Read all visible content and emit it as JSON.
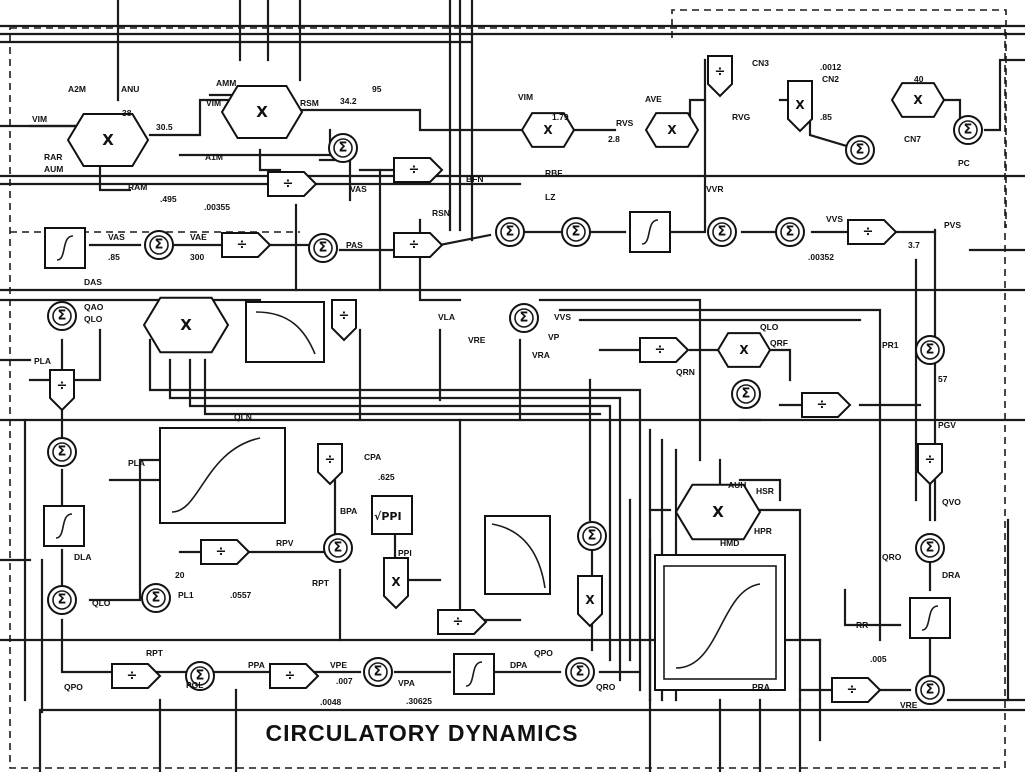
{
  "title": "CIRCULATORY DYNAMICS",
  "symbols": {
    "sum": "Σ",
    "mult": "X",
    "div": "÷",
    "sqrt": "√PPI"
  },
  "labels": {
    "vim": "VIM",
    "rar": "RAR",
    "aum": "AUM",
    "a_2m": "A2M",
    "anu": "ANU",
    "n_38": "38",
    "ram": "RAM",
    "n_30_5": "30.5",
    "a1m": "A1M",
    "amm": "AMM",
    "vim2": "VIM",
    "rsm": "RSM",
    "n_34_2": "34.2",
    "vas": "VAS",
    "n_95": "95",
    "vim3": "VIM",
    "n_1_79": "1.79",
    "rvs": "RVS",
    "ave": "AVE",
    "n_2_8": "2.8",
    "cn3": "CN3",
    "cn2": "CN2",
    "n_0012": ".0012",
    "n_40": "40",
    "rvg": "RVG",
    "n_85": ".85",
    "pc": "PC",
    "cn7": "CN7",
    "rsn": "RSN",
    "bfn": "BFN",
    "rbf": "RBF",
    "lz": "LZ",
    "vvr": "VVR",
    "vvs": "VVS",
    "pvs": "PVS",
    "n_3_7": "3.7",
    "n_00352": ".00352",
    "das": "DAS",
    "vas2": "VAS",
    "n_495": ".495",
    "n_00355": ".00355",
    "pas": "PAS",
    "vae": "VAE",
    "n_85b": ".85",
    "n_300": "300",
    "qao": "QAO",
    "qlo": "QLO",
    "vla": "VLA",
    "vre": "VRE",
    "vp": "VP",
    "vra": "VRA",
    "vvs2": "VVS",
    "qlo2": "QLO",
    "qrf": "QRF",
    "qrn": "QRN",
    "pr1": "PR1",
    "n_57": "57",
    "pgv": "PGV",
    "qvo": "QVO",
    "pla": "PLA",
    "qln": "QLN",
    "pla2": "PLA",
    "cpa": "CPA",
    "n_625": ".625",
    "ppi": "PPI",
    "bpa": "BPA",
    "rpv": "RPV",
    "rpt": "RPT",
    "n_0557": ".0557",
    "n_0048": ".0048",
    "pl1": "PL1",
    "n_20": "20",
    "ppa": "PPA",
    "vpa": "VPA",
    "n_30625": ".30625",
    "vpe": "VPE",
    "n_007": ".007",
    "dpa": "DPA",
    "qpo": "QPO",
    "qro": "QRO",
    "pra": "PRA",
    "hsr": "HSR",
    "auh": "AUH",
    "hpr": "HPR",
    "hmd": "HMD",
    "qro2": "QRO",
    "dra": "DRA",
    "n_005": ".005",
    "vre2": "VRE",
    "pgl": "PGL",
    "qpo2": "QPO",
    "rpt2": "RPT",
    "qlo3": "QLO",
    "dla": "DLA",
    "rr": "RR"
  }
}
